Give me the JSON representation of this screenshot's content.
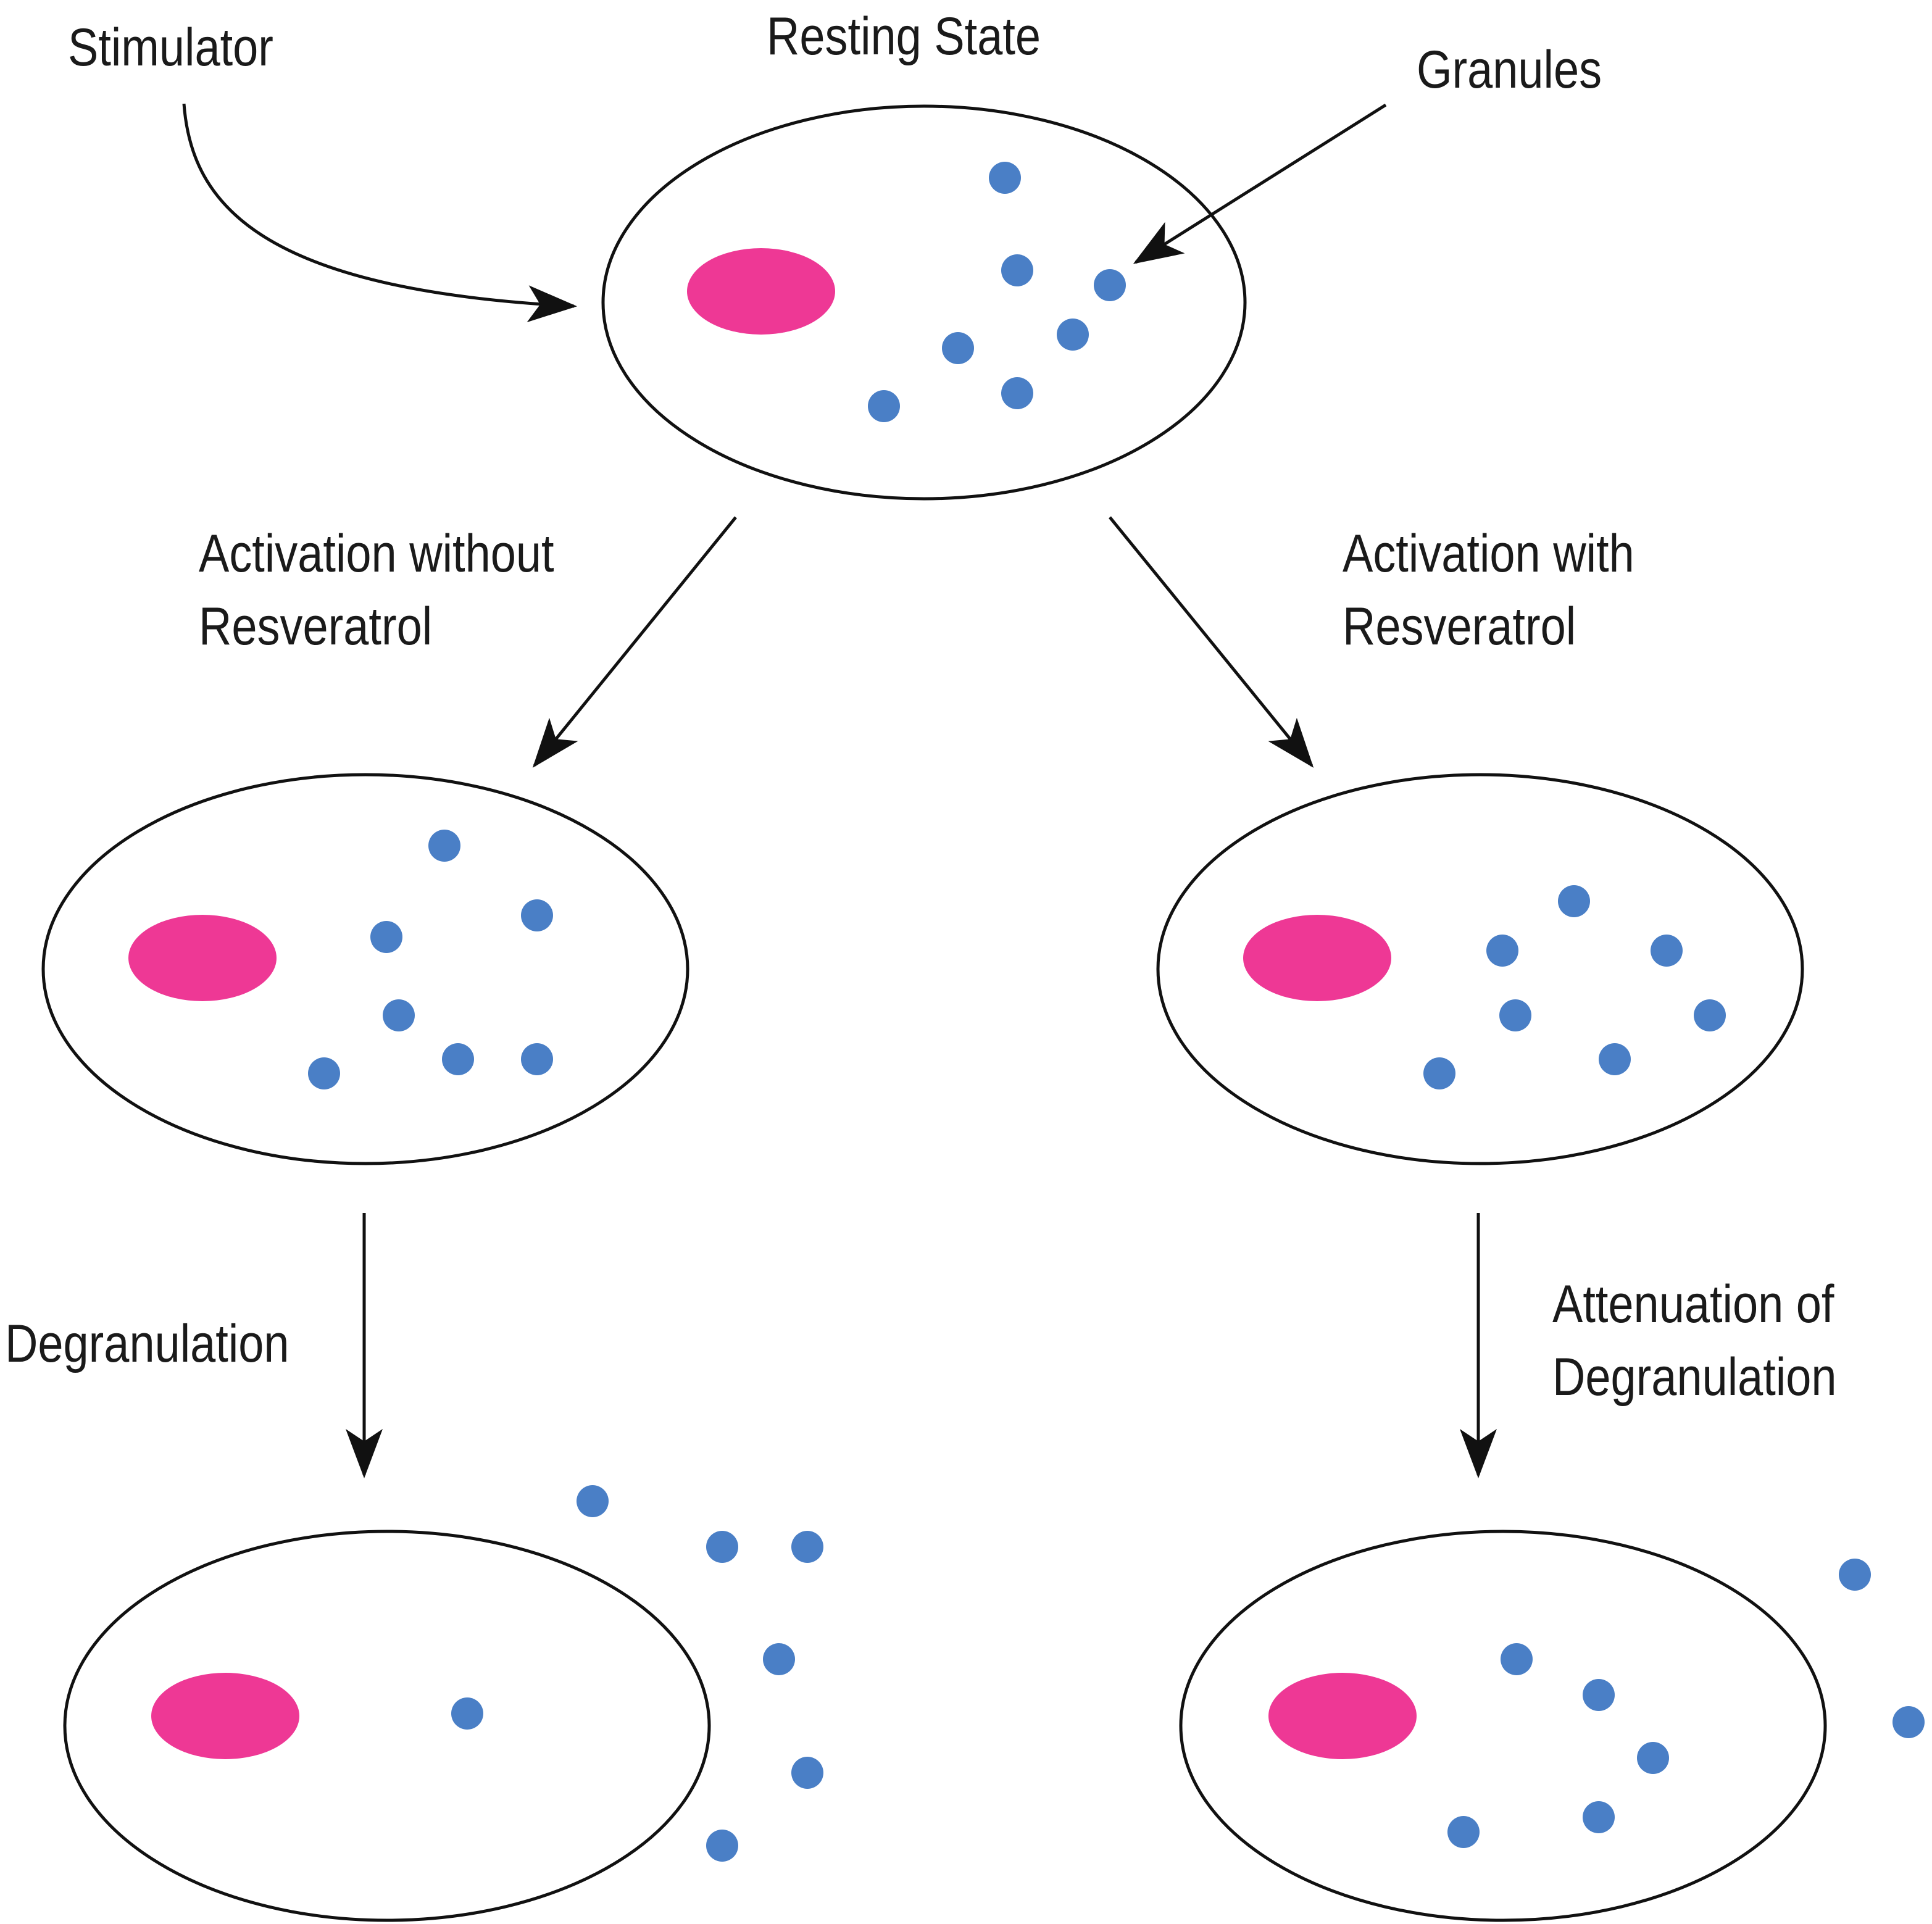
{
  "labels": {
    "stimulator": "Stimulator",
    "resting_state": "Resting State",
    "granules": "Granules",
    "activation_without": [
      "Activation without",
      "Resveratrol"
    ],
    "activation_with": [
      "Activation with",
      "Resveratrol"
    ],
    "degranulation": "Degranulation",
    "attenuation": [
      "Attenuation of",
      "Degranulation"
    ]
  },
  "colors": {
    "nucleus": "#EE3895",
    "granule": "#4A7FC6",
    "outline": "#111111"
  }
}
